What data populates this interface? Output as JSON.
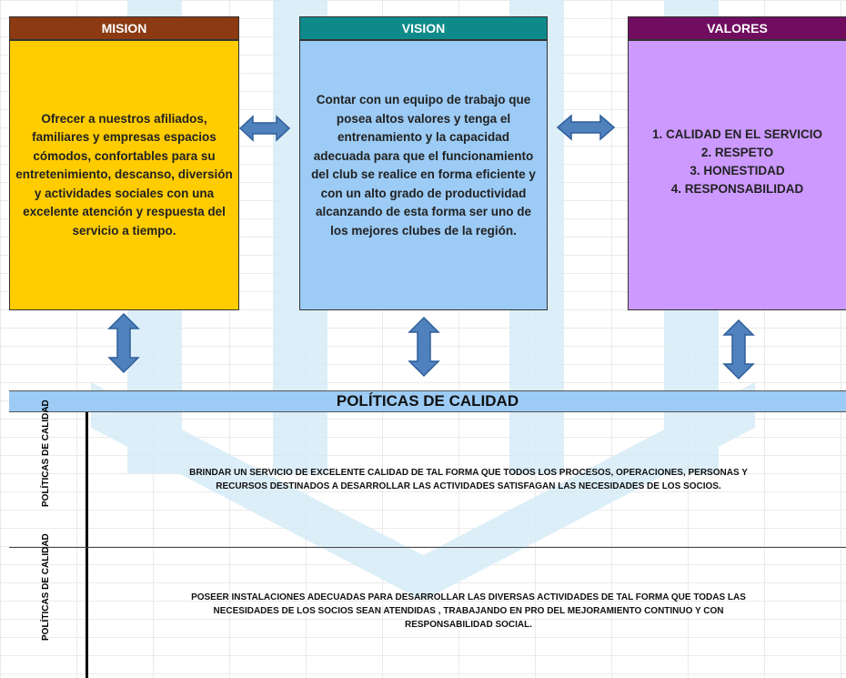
{
  "colors": {
    "mision_header": "#8b3a12",
    "mision_box": "#ffcc00",
    "vision_header": "#0e8a8a",
    "vision_box": "#9ccbf5",
    "valores_header": "#700d5f",
    "valores_box": "#cc99ff",
    "arrow": "#4f81bd",
    "policies_header": "#9ccbf5"
  },
  "mision": {
    "title": "MISION",
    "text": "Ofrecer a nuestros afiliados, familiares y empresas espacios cómodos, confortables para su entretenimiento, descanso, diversión y actividades sociales con una excelente atención y respuesta del servicio a tiempo."
  },
  "vision": {
    "title": "VISION",
    "text": "Contar con un equipo de trabajo que posea altos valores y tenga el entrenamiento y la capacidad adecuada para que el funcionamiento del club se realice en forma eficiente y con un alto grado de productividad alcanzando de esta forma ser uno de los mejores clubes de la región."
  },
  "valores": {
    "title": "VALORES",
    "items": [
      "1. CALIDAD EN EL SERVICIO",
      "2. RESPETO",
      "3. HONESTIDAD",
      "4. RESPONSABILIDAD"
    ]
  },
  "policies": {
    "title": "POLÍTICAS DE CALIDAD",
    "rows": [
      {
        "label": "POLÍTICAS DE CALIDAD",
        "text": "BRINDAR UN SERVICIO DE EXCELENTE CALIDAD DE TAL FORMA QUE TODOS LOS PROCESOS, OPERACIONES, PERSONAS Y\nRECURSOS DESTINADOS A DESARROLLAR LAS ACTIVIDADES SATISFAGAN LAS NECESIDADES DE LOS SOCIOS."
      },
      {
        "label": "POLÍTICAS DE CALIDAD",
        "text": "POSEER INSTALACIONES ADECUADAS PARA DESARROLLAR LAS DIVERSAS ACTIVIDADES DE TAL FORMA QUE TODAS LAS\nNECESIDADES DE LOS SOCIOS SEAN ATENDIDAS , TRABAJANDO EN PRO DEL MEJORAMIENTO CONTINUO Y  CON\nRESPONSABILIDAD SOCIAL."
      }
    ]
  }
}
